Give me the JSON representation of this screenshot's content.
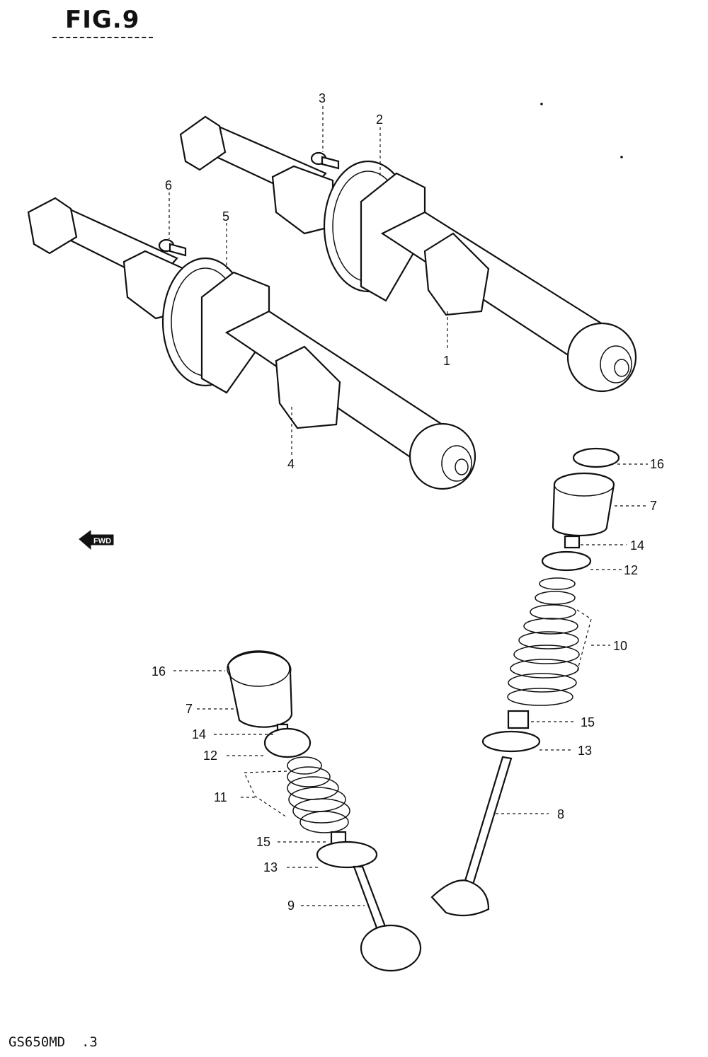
{
  "figure": {
    "title": "FIG.9",
    "model_code": "GS650MD  .3",
    "forward_marker": "FWD"
  },
  "callouts": [
    "1",
    "2",
    "3",
    "4",
    "5",
    "6",
    "7",
    "7",
    "8",
    "9",
    "10",
    "11",
    "12",
    "12",
    "13",
    "13",
    "14",
    "14",
    "15",
    "15",
    "16",
    "16"
  ],
  "icons": {
    "forward": "forward-arrow-icon"
  }
}
